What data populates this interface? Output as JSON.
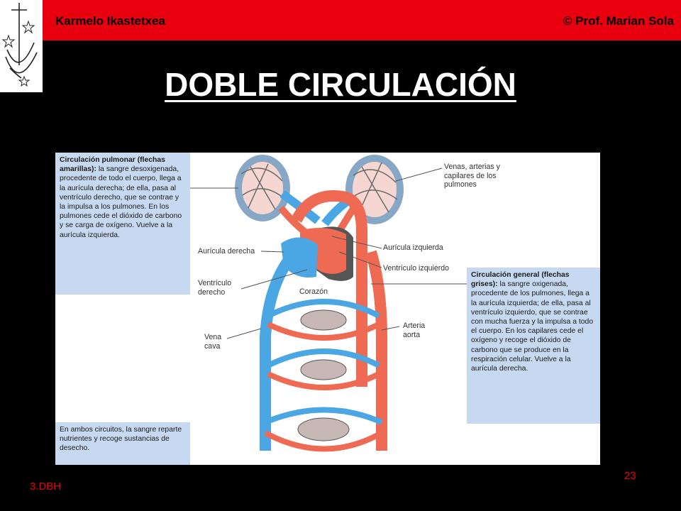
{
  "header": {
    "left_text": "Karmelo Ikastetxea",
    "right_text": "© Prof. Marian Sola",
    "color": "#e8000e"
  },
  "title": "DOBLE CIRCULACIÓN",
  "figure": {
    "box_pulmonar_title": "Circulación pulmonar (flechas amarillas):",
    "box_pulmonar_text": "la sangre desoxigenada, procedente de todo el cuerpo, llega a la aurícula derecha; de ella, pasa al ventrículo derecho, que se contrae y la impulsa a los pulmones. En los pulmones cede el dióxido de carbono y se carga de oxígeno. Vuelve a la aurícula izquierda.",
    "box_general_title": "Circulación general (flechas grises):",
    "box_general_text": "la sangre oxigenada, procedente de los pulmones, llega a la aurícula izquierda; de ella, pasa al ventrículo izquierdo, que se contrae con mucha fuerza y la impulsa a todo el cuerpo. En los capilares cede el oxígeno y recoge el dióxido de carbono que se produce en la respiración celular. Vuelve a la aurícula derecha.",
    "box_ambos_text": "En ambos circuitos, la sangre reparte nutrientes y recoge sustancias de desecho.",
    "label_venas": "Venas, arterias y capilares de los pulmones",
    "label_auricula_derecha": "Aurícula derecha",
    "label_auricula_izquierda": "Aurícula izquierda",
    "label_ventriculo_izquierdo": "Ventrículo izquierdo",
    "label_ventriculo_derecho": "Ventrículo derecho",
    "label_corazon": "Corazón",
    "label_vena_cava": "Vena cava",
    "label_arteria_aorta": "Arteria aorta",
    "colors": {
      "blue": "#4aa7e3",
      "red": "#ee6a52",
      "box": "#c7d9f1"
    }
  },
  "footer": {
    "left_text": "3.DBH",
    "page_number": "23"
  }
}
